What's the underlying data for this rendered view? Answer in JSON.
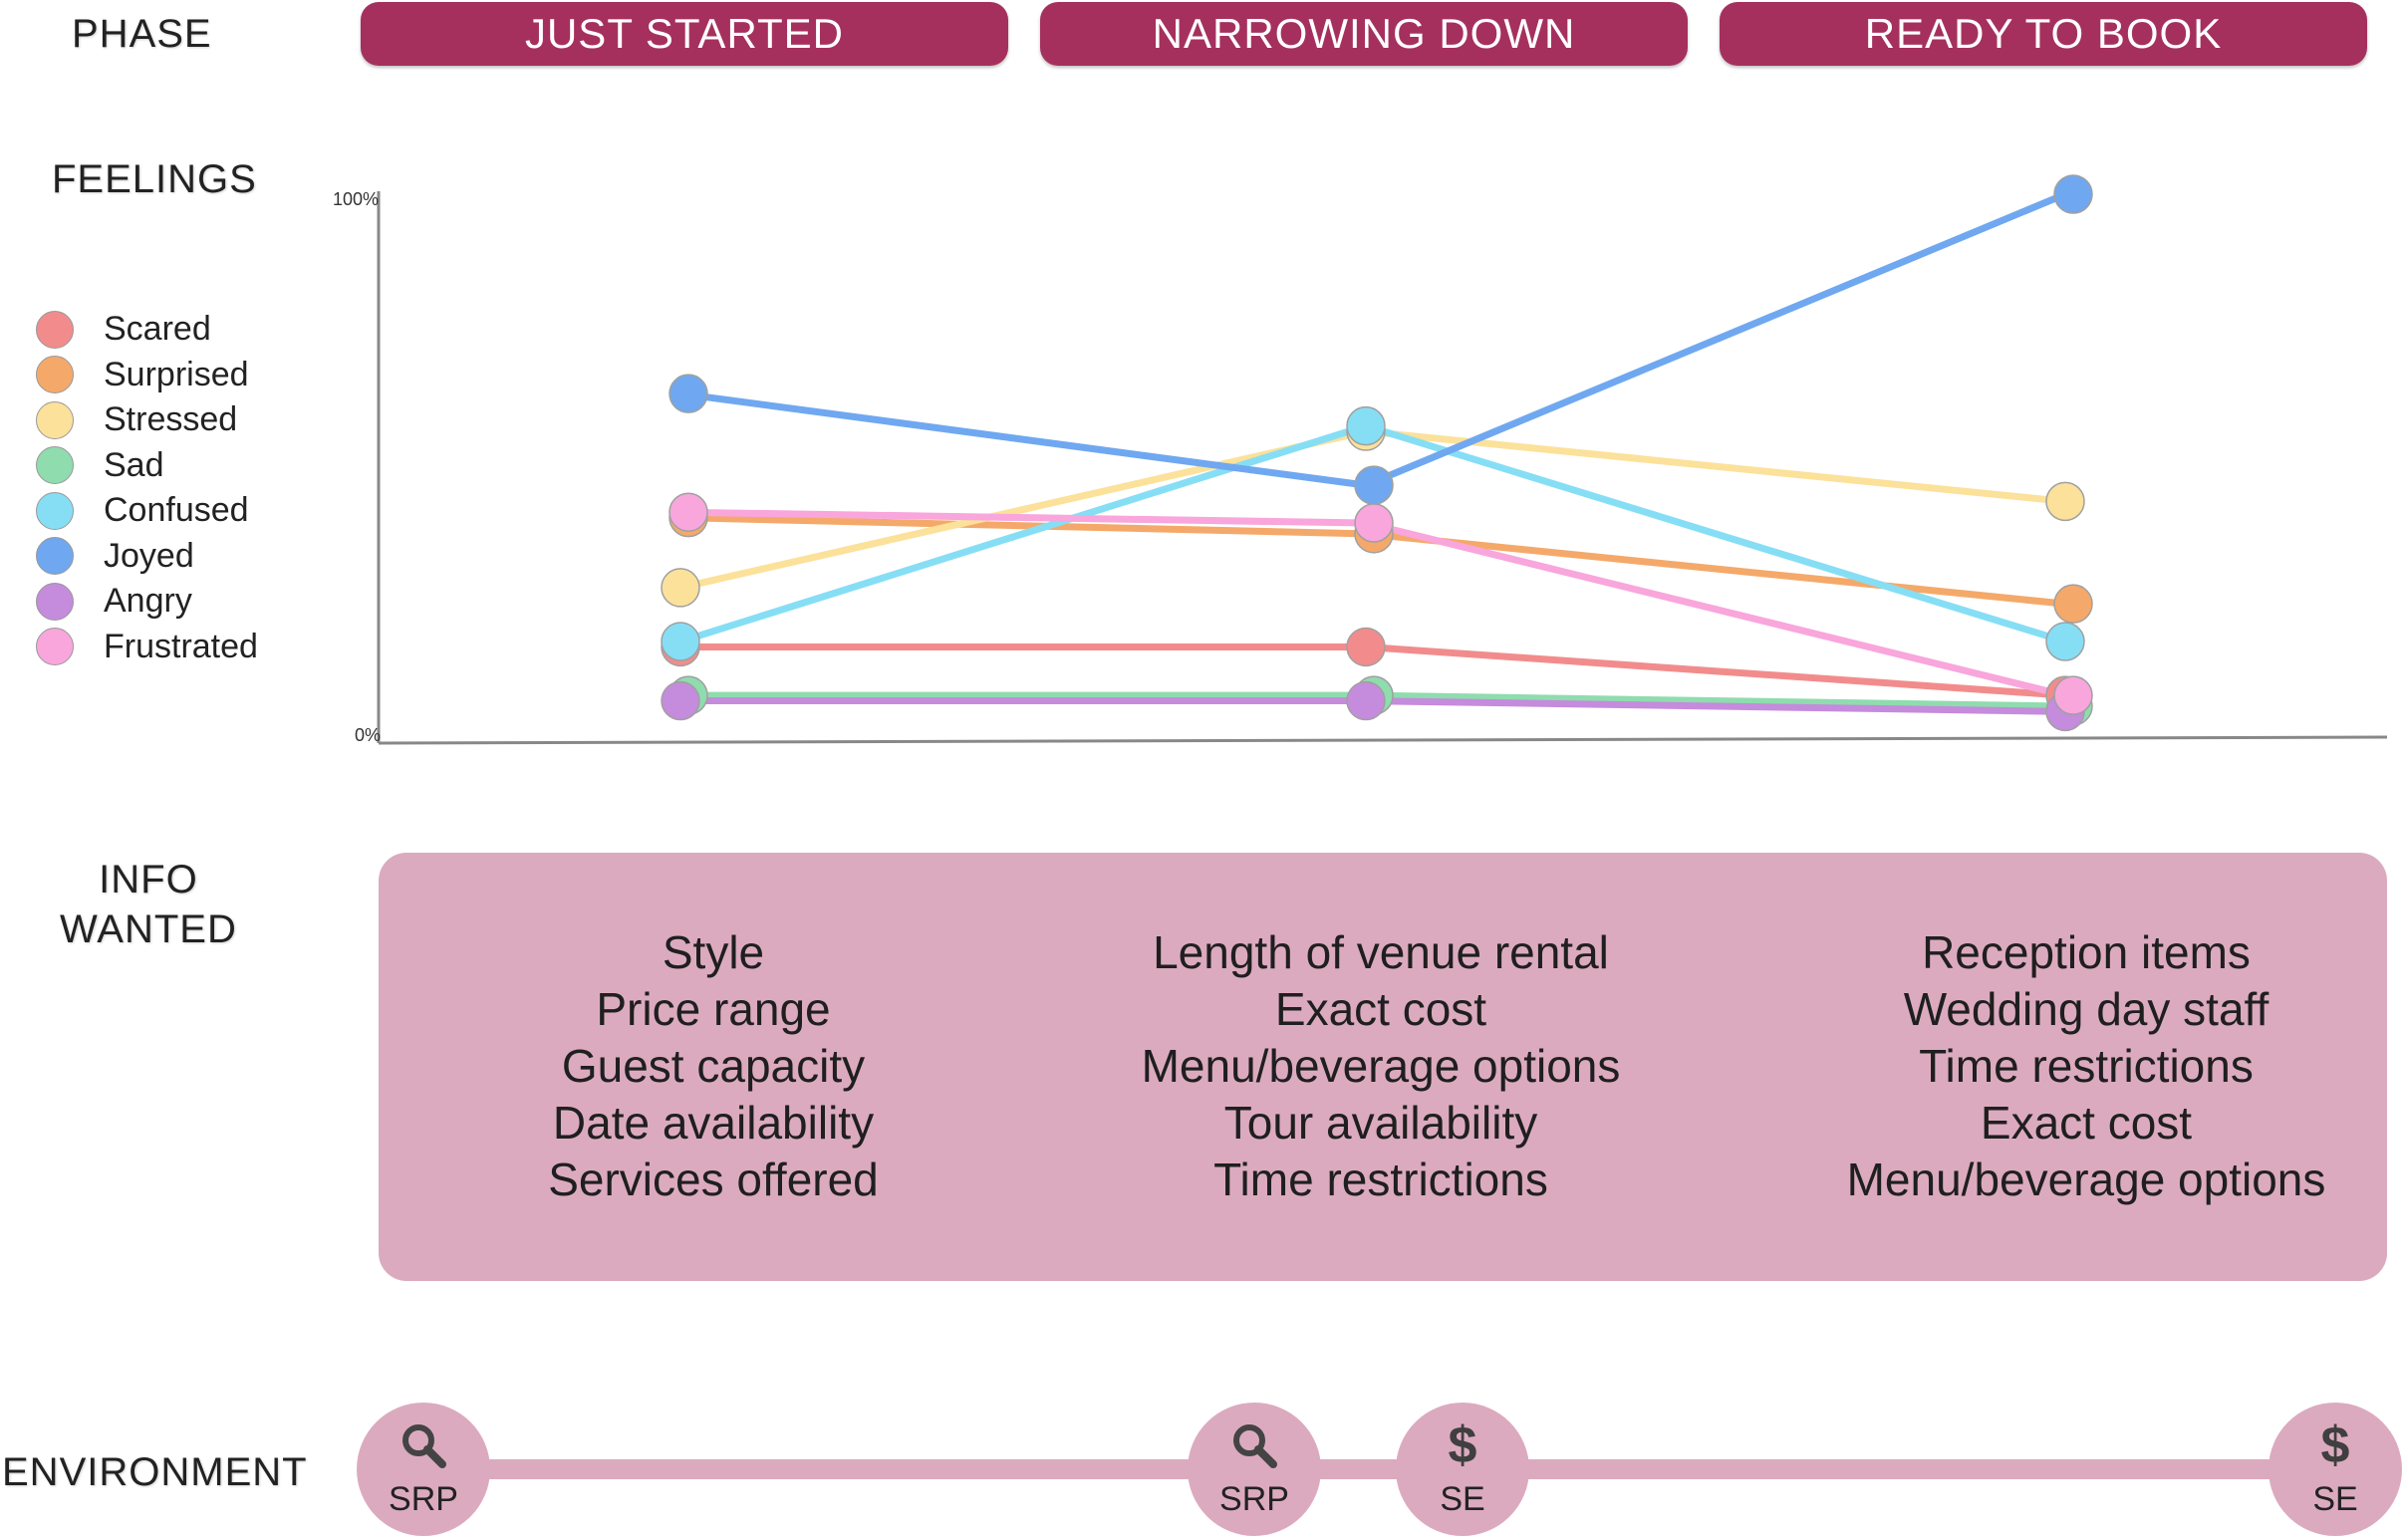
{
  "labels": {
    "phase": "PHASE",
    "feelings": "FEELINGS",
    "info_line1": "INFO",
    "info_line2": "WANTED",
    "environment": "ENVIRONMENT"
  },
  "phases": [
    "JUST STARTED",
    "NARROWING DOWN",
    "READY TO BOOK"
  ],
  "chart_data": {
    "type": "line",
    "categories": [
      "JUST STARTED",
      "NARROWING DOWN",
      "READY TO BOOK"
    ],
    "ylim": [
      0,
      100
    ],
    "ytick_labels": {
      "top": "100%",
      "bottom": "0%"
    },
    "series": [
      {
        "name": "Scared",
        "color": "#f28c8c",
        "values": [
          16,
          16,
          7
        ]
      },
      {
        "name": "Surprised",
        "color": "#f4a96a",
        "values": [
          40,
          37,
          24
        ]
      },
      {
        "name": "Stressed",
        "color": "#fbe19a",
        "values": [
          27,
          56,
          43
        ]
      },
      {
        "name": "Sad",
        "color": "#8fdcae",
        "values": [
          7,
          7,
          5
        ]
      },
      {
        "name": "Confused",
        "color": "#86def5",
        "values": [
          17,
          57,
          17
        ]
      },
      {
        "name": "Joyed",
        "color": "#6fa8f0",
        "values": [
          63,
          46,
          100
        ]
      },
      {
        "name": "Angry",
        "color": "#c58bdc",
        "values": [
          6,
          6,
          4
        ]
      },
      {
        "name": "Frustrated",
        "color": "#f8a6dc",
        "values": [
          41,
          39,
          7
        ]
      }
    ]
  },
  "info_wanted": [
    [
      "Style",
      "Price range",
      "Guest capacity",
      "Date availability",
      "Services offered"
    ],
    [
      "Length of venue rental",
      "Exact cost",
      "Menu/beverage options",
      "Tour availability",
      "Time restrictions"
    ],
    [
      "Reception items",
      "Wedding day staff",
      "Time restrictions",
      "Exact cost",
      "Menu/beverage options"
    ]
  ],
  "environment": [
    {
      "label": "SRP",
      "icon": "search-icon"
    },
    {
      "label": "SRP",
      "icon": "search-icon"
    },
    {
      "label": "SE",
      "icon": "dollar-icon"
    },
    {
      "label": "SE",
      "icon": "dollar-icon"
    }
  ],
  "colors": {
    "accent": "#a5305e",
    "panel": "#dcaabf"
  }
}
